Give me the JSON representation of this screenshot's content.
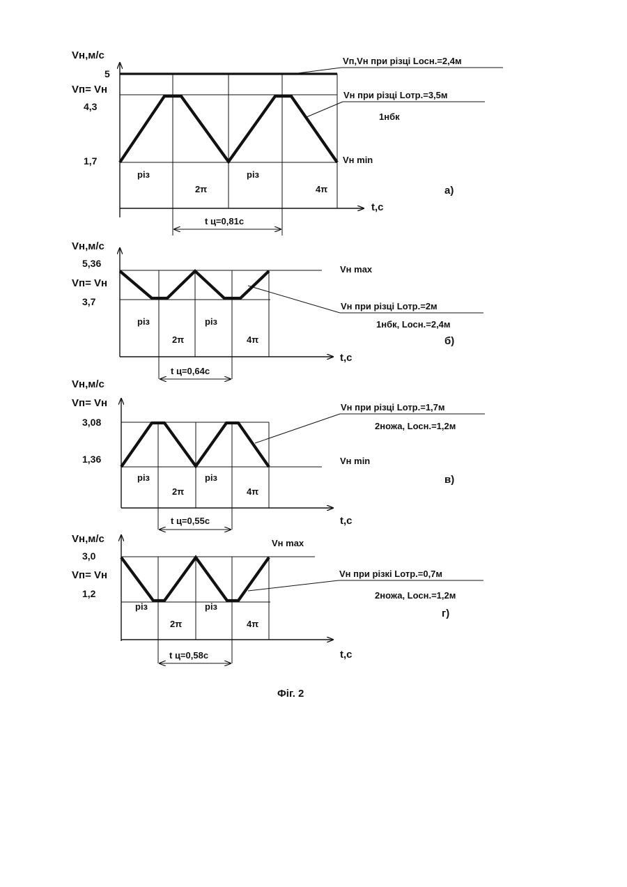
{
  "figure_caption": "Фіг. 2",
  "common": {
    "t_axis_label": "t,c",
    "cut_label": "різ",
    "label_2pi": "2π",
    "label_4pi": "4π"
  },
  "panels": {
    "a": {
      "tag": "а)",
      "y_axis_title": "Vн,м/с",
      "y_ticks": [
        "5",
        "4,3",
        "1,7"
      ],
      "vp_label": "Vп= Vн",
      "annot_top": "Vп,Vн при різці Lосн.=2,4м",
      "annot_mid": "Vн при різці Lотр.=3,5м",
      "annot_mid_sub": "1нбк",
      "annot_min": "Vн min",
      "cycle_label": "t ц=0,81с"
    },
    "b": {
      "tag": "б)",
      "y_axis_title": "Vн,м/с",
      "y_ticks": [
        "5,36",
        "3,7"
      ],
      "vp_label": "Vп= Vн",
      "annot_max": "Vн max",
      "annot_mid": "Vн при різці Lотр.=2м",
      "annot_mid_sub": "1нбк, Lосн.=2,4м",
      "cycle_label": "t ц=0,64с"
    },
    "c": {
      "tag": "в)",
      "y_axis_title": "Vн,м/с",
      "y_ticks": [
        "3,08",
        "1,36"
      ],
      "vp_label": "Vп= Vн",
      "annot_mid": "Vн при різці Lотр.=1,7м",
      "annot_mid_sub": "2ножа, Lосн.=1,2м",
      "annot_min": "Vн min",
      "cycle_label": "t ц=0,55с"
    },
    "d": {
      "tag": "г)",
      "y_axis_title": "Vн,м/с",
      "y_ticks": [
        "3,0",
        "1,2"
      ],
      "vp_label": "Vп= Vн",
      "annot_max": "Vн max",
      "annot_mid": "Vн при різкі Lотр.=0,7м",
      "annot_mid_sub": "2ножа, Lосн.=1,2м",
      "cycle_label": "t ц=0,58с"
    }
  }
}
